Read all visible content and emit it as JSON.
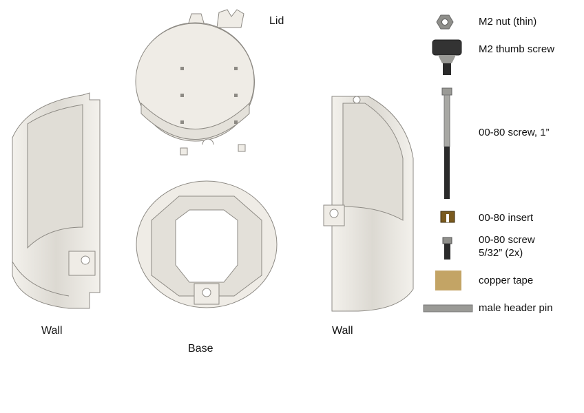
{
  "parts": {
    "lid": "Lid",
    "wall_left": "Wall",
    "base": "Base",
    "wall_right": "Wall"
  },
  "hardware": [
    {
      "label": "M2 nut (thin)",
      "icon": "hex-nut-icon"
    },
    {
      "label": "M2 thumb screw",
      "icon": "thumb-screw-icon"
    },
    {
      "label": "00-80 screw, 1”",
      "icon": "long-screw-icon"
    },
    {
      "label": "00-80 insert",
      "icon": "insert-icon"
    },
    {
      "label": "00-80 screw",
      "label2": "5/32” (2x)",
      "icon": "short-screw-icon"
    },
    {
      "label": "copper tape",
      "icon": "copper-tape-icon"
    },
    {
      "label": "male header pin",
      "icon": "header-pin-icon"
    }
  ],
  "colors": {
    "plastic": "#efece6",
    "edge": "#8d8a84",
    "copper": "#c3a465",
    "metal": "#9a9a96",
    "thread": "#2b2b2b"
  }
}
